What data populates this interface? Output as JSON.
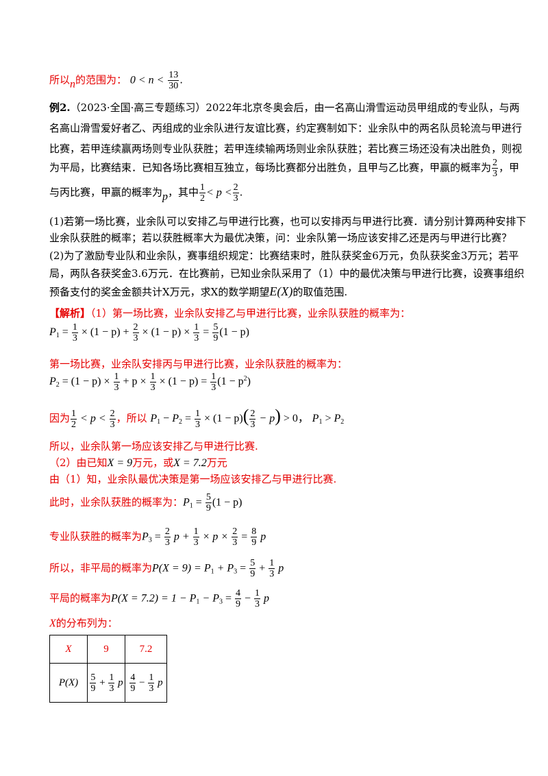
{
  "lines": {
    "l1_a": "所以",
    "l1_b": "n",
    "l1_c": "的范围为：",
    "l1_d": "0 < n <",
    "l1_num": "13",
    "l1_den": "30",
    "l1_e": ".",
    "ex_label": "例2.",
    "ex_1": "（2023·全国·高三专题练习）2022年北京冬奥会后，由一名高山滑雪运动员甲组成的专业队，与两",
    "ex_2": "名高山滑雪爱好者乙、丙组成的业余队进行友谊比赛，约定赛制如下：业余队中的两名队员轮流与甲进行",
    "ex_3": "比赛，若甲连续赢两场则专业队获胜；若甲连续输两场则业余队获胜；若比赛三场还没有决出胜负，则视",
    "ex_4a": "为平局，比赛结束．已知各场比赛相互独立，每场比赛都分出胜负，且甲与乙比赛，甲赢的概率为",
    "ex_4num": "2",
    "ex_4den": "3",
    "ex_4b": "，甲",
    "ex_5a": "与丙比赛，甲赢的概率为",
    "ex_5p": "p",
    "ex_5b": "，其中",
    "ex_5n1": "1",
    "ex_5d1": "2",
    "ex_5c": "< p <",
    "ex_5n2": "2",
    "ex_5d2": "3",
    "ex_5e": ".",
    "q1_1": "(1)若第一场比赛，业余队可以安排乙与甲进行比赛，也可以安排丙与甲进行比赛．请分别计算两种安排下",
    "q1_2": "业余队获胜的概率；若以获胜概率大为最优决策，问：业余队第一场应该安排乙还是丙与甲进行比赛？",
    "q2_1": "(2)为了激励专业队和业余队，赛事组织规定：比赛结束时，胜队获奖金6万元，负队获奖金3万元；若平",
    "q2_2": "局，两队各获奖金3.6万元．在比赛前，已知业余队采用了（1）中的最优决策与甲进行比赛，设赛事组织",
    "q2_3a": "预备支付的奖金金额共计X万元，求X的数学期望",
    "q2_3E": "E(X)",
    "q2_3b": "的取值范围.",
    "jx_tag": "【解析】",
    "jx_1": "（1）第一场比赛，业余队安排乙与甲进行比赛，业余队获胜的概率为：",
    "eq1_a": "P",
    "eq1_sub": "1",
    "eq1_b": " = ",
    "eq1_c": " × (1 − p) + ",
    "eq1_d": " × (1 − p) × ",
    "eq1_e": " = ",
    "eq1_f": "(1 − p)",
    "s2": "第一场比赛，业余队安排丙与甲进行比赛，业余队获胜的概率为：",
    "eq2_a": "P",
    "eq2_sub": "2",
    "eq2_b": " = (1 − p) × ",
    "eq2_c": " + p × ",
    "eq2_d": " × (1 − p) = ",
    "eq2_e": "(1 − p",
    "eq2_sup": "2",
    "eq2_f": ")",
    "s3_a": "因为",
    "s3_b": " < p < ",
    "s3_c": "，所以 ",
    "s3_d": "P",
    "s3_e": " − ",
    "s3_f": "P",
    "s3_g": " = ",
    "s3_h": " × (1 − p)",
    "s3_i": "(",
    "s3_j": " − p",
    "s3_k": ")",
    "s3_l": " > 0，",
    "s3_m": "P",
    "s3_n": " > ",
    "s3_o": "P",
    "s4": "所以，业余队第一场应该安排乙与甲进行比赛.",
    "s5_a": "（2）由已知",
    "s5_b": "X = 9",
    "s5_c": "万元，或",
    "s5_d": "X = 7.2",
    "s5_e": "万元",
    "s6": "由（1）知，业余队最优决策是第一场应该安排乙与甲进行比赛.",
    "s7_a": "此时，业余队获胜的概率为：",
    "s7_b": "P",
    "s7_c": " = ",
    "s7_d": "(1 − p)",
    "s8_a": "专业队获胜的概率为",
    "s8_b": "P",
    "s8_sub": "3",
    "s8_c": " = ",
    "s8_d": " p + ",
    "s8_e": " × p × ",
    "s8_f": " = ",
    "s8_g": " p",
    "s9_a": "所以，非平局的概率为",
    "s9_b": "P(X = 9) = P",
    "s9_c": " + P",
    "s9_d": " = ",
    "s9_e": " + ",
    "s9_f": " p",
    "s10_a": "平局的概率为",
    "s10_b": "P(X = 7.2) = 1 − P",
    "s10_c": " − P",
    "s10_d": " = ",
    "s10_e": " − ",
    "s10_f": " p",
    "s11_a": "X",
    "s11_b": "的分布列为："
  },
  "fr": {
    "one": "1",
    "two": "2",
    "three": "3",
    "five": "5",
    "nine": "9",
    "eight": "8",
    "four": "4"
  },
  "table": {
    "h0": "X",
    "h1": "9",
    "h2": "7.2",
    "r0": "P(X)",
    "r1_a": "5",
    "r1_b": "9",
    "r1_c": " + ",
    "r1_d": "1",
    "r1_e": "3",
    "r1_f": " p",
    "r2_a": "4",
    "r2_b": "9",
    "r2_c": " − ",
    "r2_d": "1",
    "r2_e": "3",
    "r2_f": " p"
  }
}
